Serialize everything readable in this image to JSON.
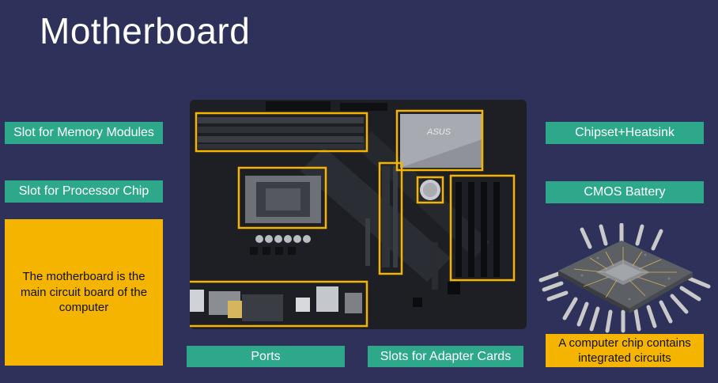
{
  "slide": {
    "title": "Motherboard"
  },
  "labels": {
    "memory_slot": "Slot for Memory Modules",
    "processor_slot": "Slot for Processor Chip",
    "chipset": "Chipset+Heatsink",
    "cmos_battery": "CMOS Battery",
    "ports": "Ports",
    "adapter_slots": "Slots for Adapter Cards"
  },
  "notes": {
    "motherboard_desc": "The motherboard is the main circuit board of the computer",
    "chip_desc": "A computer chip contains integrated circuits"
  },
  "board": {
    "brand": "ASUS"
  },
  "colors": {
    "background": "#2e3159",
    "label_green": "#2ea88a",
    "note_yellow": "#f5b400",
    "highlight_box": "#f5b400"
  }
}
